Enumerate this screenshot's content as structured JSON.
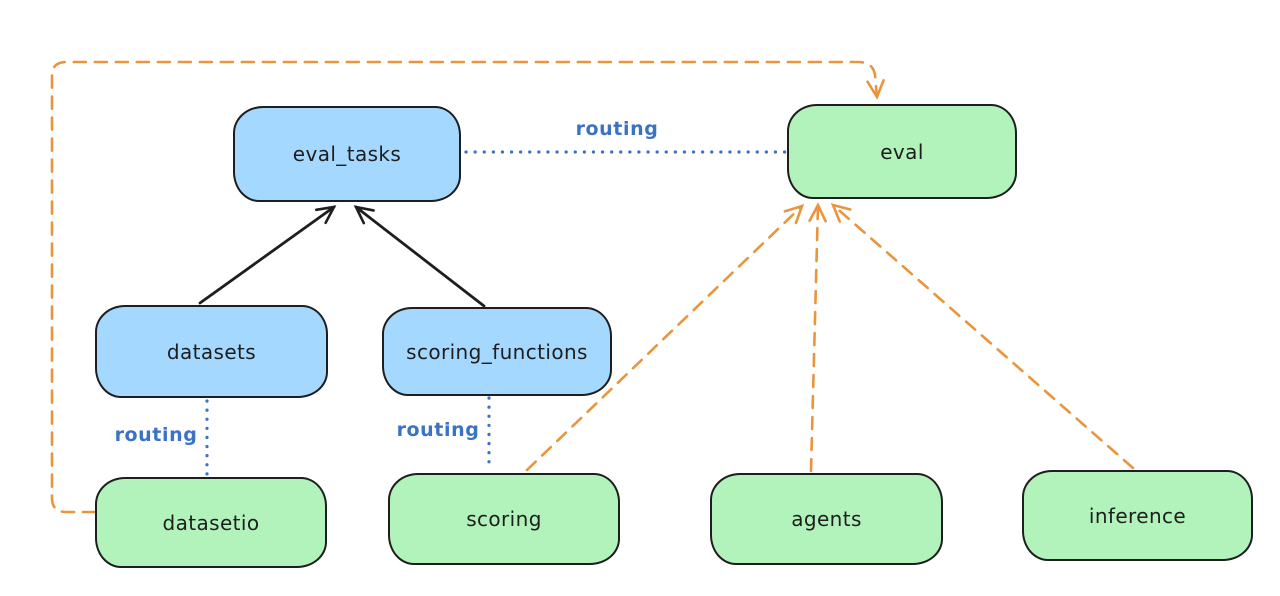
{
  "theme": {
    "bg": "#ffffff",
    "ink": "#1e1e1e",
    "blue_fill": "#a5d8ff",
    "green_fill": "#b2f2bb",
    "routing_blue": "#3b73c4",
    "orange": "#e9953d"
  },
  "nodes": {
    "eval_tasks": {
      "label": "eval_tasks"
    },
    "eval": {
      "label": "eval"
    },
    "datasets": {
      "label": "datasets"
    },
    "scoring_functions": {
      "label": "scoring_functions"
    },
    "datasetio": {
      "label": "datasetio"
    },
    "scoring": {
      "label": "scoring"
    },
    "agents": {
      "label": "agents"
    },
    "inference": {
      "label": "inference"
    }
  },
  "edge_labels": {
    "eval_tasks_eval": "routing",
    "datasets_datasetio": "routing",
    "scoring_functions_scoring": "routing"
  },
  "edges": [
    {
      "from": "datasets",
      "to": "eval_tasks",
      "style": "solid-arrow",
      "color": "#1e1e1e"
    },
    {
      "from": "scoring_functions",
      "to": "eval_tasks",
      "style": "solid-arrow",
      "color": "#1e1e1e"
    },
    {
      "from": "eval_tasks",
      "to": "eval",
      "style": "dotted",
      "color": "#3b73c4",
      "label": "routing"
    },
    {
      "from": "datasets",
      "to": "datasetio",
      "style": "dotted",
      "color": "#3b73c4",
      "label": "routing"
    },
    {
      "from": "scoring_functions",
      "to": "scoring",
      "style": "dotted",
      "color": "#3b73c4",
      "label": "routing"
    },
    {
      "from": "scoring",
      "to": "eval",
      "style": "dashed-arrow",
      "color": "#e9953d"
    },
    {
      "from": "agents",
      "to": "eval",
      "style": "dashed-arrow",
      "color": "#e9953d"
    },
    {
      "from": "inference",
      "to": "eval",
      "style": "dashed-arrow",
      "color": "#e9953d"
    },
    {
      "from": "datasetio",
      "to": "eval",
      "style": "dashed-arrow-elbow",
      "color": "#e9953d"
    }
  ]
}
